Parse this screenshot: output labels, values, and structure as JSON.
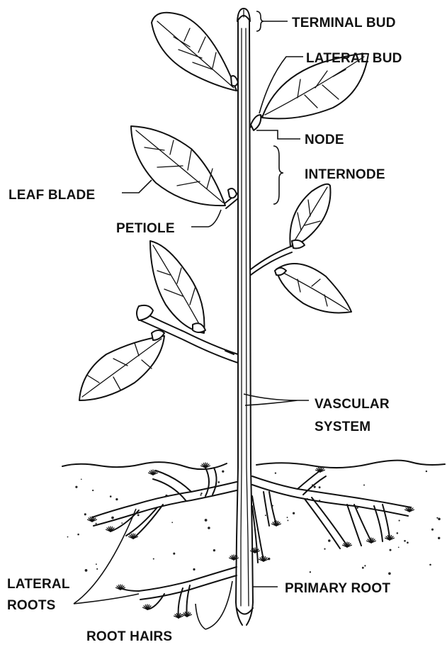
{
  "diagram": {
    "labels": {
      "terminal_bud": "TERMINAL BUD",
      "lateral_bud": "LATERAL BUD",
      "node": "NODE",
      "internode": "INTERNODE",
      "leaf_blade": "LEAF BLADE",
      "petiole": "PETIOLE",
      "vascular_line1": "VASCULAR",
      "vascular_line2": "SYSTEM",
      "lateral_roots_line1": "LATERAL",
      "lateral_roots_line2": "ROOTS",
      "primary_root": "PRIMARY ROOT",
      "root_hairs": "ROOT HAIRS"
    },
    "colors": {
      "ink": "#111111",
      "background": "#ffffff"
    }
  }
}
